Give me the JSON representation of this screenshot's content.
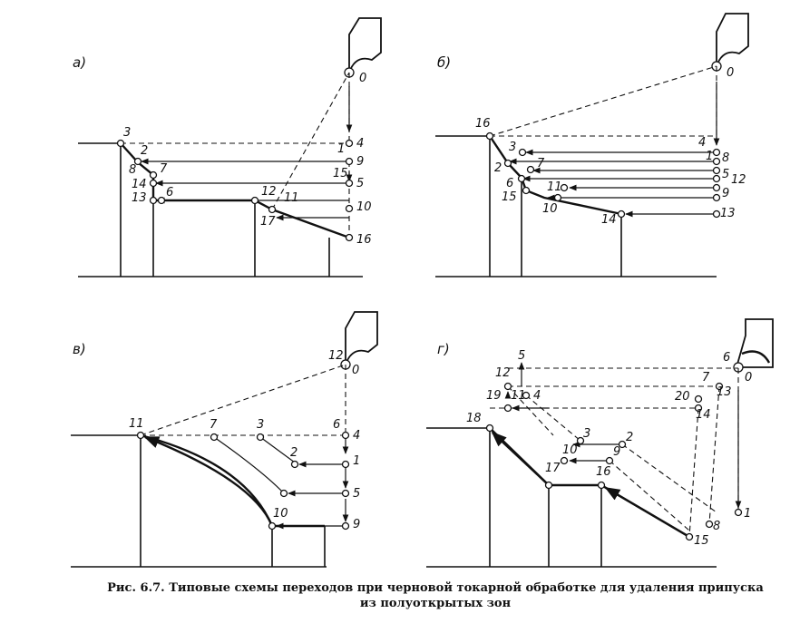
{
  "caption": {
    "line1": "Рис. 6.7. Типовые схемы переходов при черновой токарной обработке для удаления припуска",
    "line2": "из полуоткрытых зон"
  },
  "panels": {
    "a": {
      "label": "а)",
      "points": [
        "0",
        "1",
        "2",
        "3",
        "4",
        "5",
        "6",
        "7",
        "8",
        "9",
        "10",
        "11",
        "12",
        "13",
        "14",
        "15",
        "16",
        "17"
      ]
    },
    "b": {
      "label": "б)",
      "points": [
        "0",
        "1",
        "2",
        "3",
        "4",
        "5",
        "6",
        "7",
        "8",
        "9",
        "10",
        "11",
        "12",
        "13",
        "14",
        "15",
        "16"
      ]
    },
    "v": {
      "label": "в)",
      "points": [
        "0",
        "1",
        "2",
        "3",
        "4",
        "5",
        "6",
        "7",
        "9",
        "10",
        "11",
        "12"
      ]
    },
    "g": {
      "label": "г)",
      "points": [
        "0",
        "1",
        "2",
        "3",
        "4",
        "5",
        "6",
        "7",
        "8",
        "9",
        "10",
        "11",
        "12",
        "13",
        "14",
        "15",
        "16",
        "17",
        "18",
        "19",
        "20"
      ]
    }
  },
  "icons": {
    "cutting_tool": "cutting-tool-icon",
    "arrow": "arrowhead-icon"
  }
}
